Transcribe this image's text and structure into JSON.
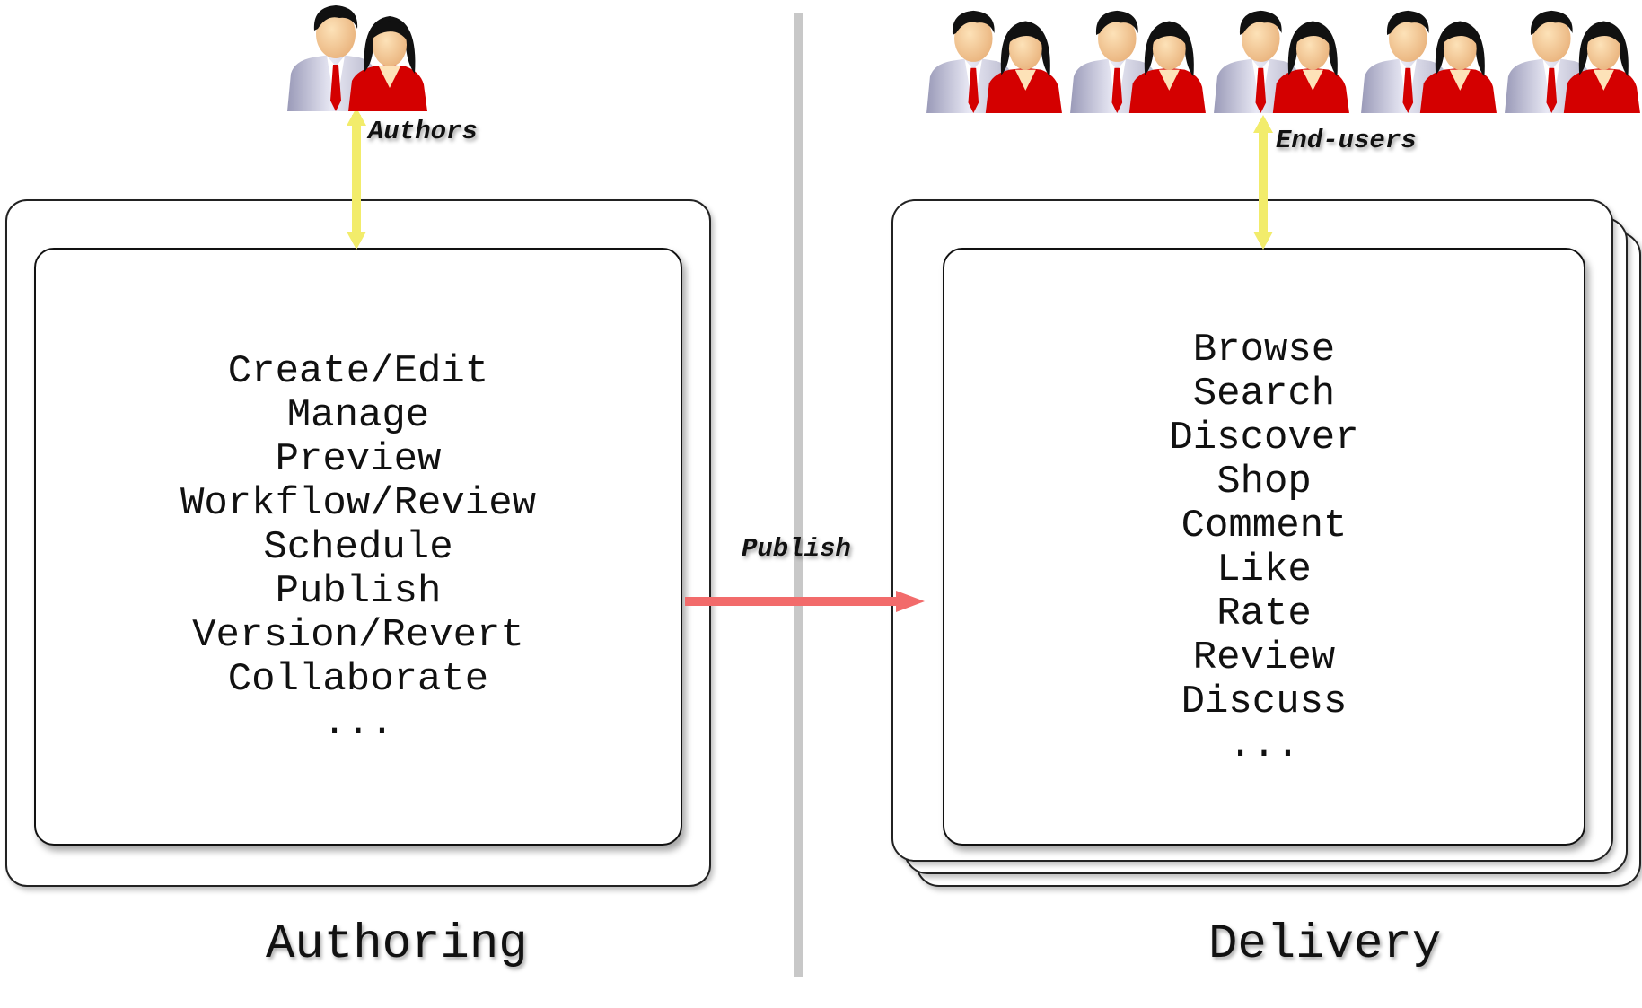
{
  "authoring": {
    "title": "Authoring",
    "actor_label": "Authors",
    "actions": [
      "Create/Edit",
      "Manage",
      "Preview",
      "Workflow/Review",
      "Schedule",
      "Publish",
      "Version/Revert",
      "Collaborate",
      "..."
    ]
  },
  "delivery": {
    "title": "Delivery",
    "actor_label": "End-users",
    "actions": [
      "Browse",
      "Search",
      "Discover",
      "Shop",
      "Comment",
      "Like",
      "Rate",
      "Review",
      "Discuss",
      "..."
    ]
  },
  "flow": {
    "publish_label": "Publish"
  },
  "colors": {
    "publish_arrow": "#f26b6b",
    "user_arrow": "#f2ec6b",
    "divider": "#c8c8c8",
    "tie_red": "#d40000"
  },
  "icons": {
    "people": "people-pair-icon"
  }
}
